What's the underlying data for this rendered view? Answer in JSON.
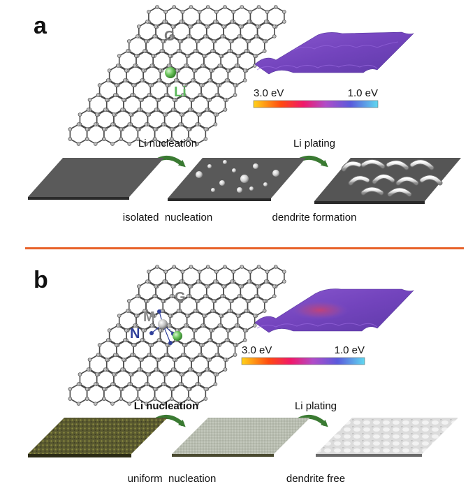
{
  "panels": [
    {
      "letter": "a",
      "lattice": {
        "graphene_label": "G",
        "lithium_label": "Li"
      },
      "energy_scale": {
        "low_label": "3.0 eV",
        "high_label": "1.0 eV"
      },
      "steps": [
        {
          "label": "Li nucleation"
        },
        {
          "label": "Li plating"
        }
      ],
      "captions": [
        "isolated  nucleation",
        "dendrite formation"
      ]
    },
    {
      "letter": "b",
      "lattice": {
        "graphene_label": "G",
        "metal_label": "M",
        "nitrogen_label": "N"
      },
      "energy_scale": {
        "low_label": "3.0 eV",
        "high_label": "1.0 eV"
      },
      "steps": [
        {
          "label": "Li nucleation"
        },
        {
          "label": "Li plating"
        }
      ],
      "captions": [
        "uniform  nucleation",
        "dendrite free"
      ]
    }
  ],
  "colors": {
    "divider": "#e8622a",
    "graphene_label": "#7a7a7a",
    "lithium": "#5cb85c",
    "nitrogen": "#2f3f9a",
    "arrow": "#3a7a32",
    "surface_purple": "#7a4fc4"
  }
}
